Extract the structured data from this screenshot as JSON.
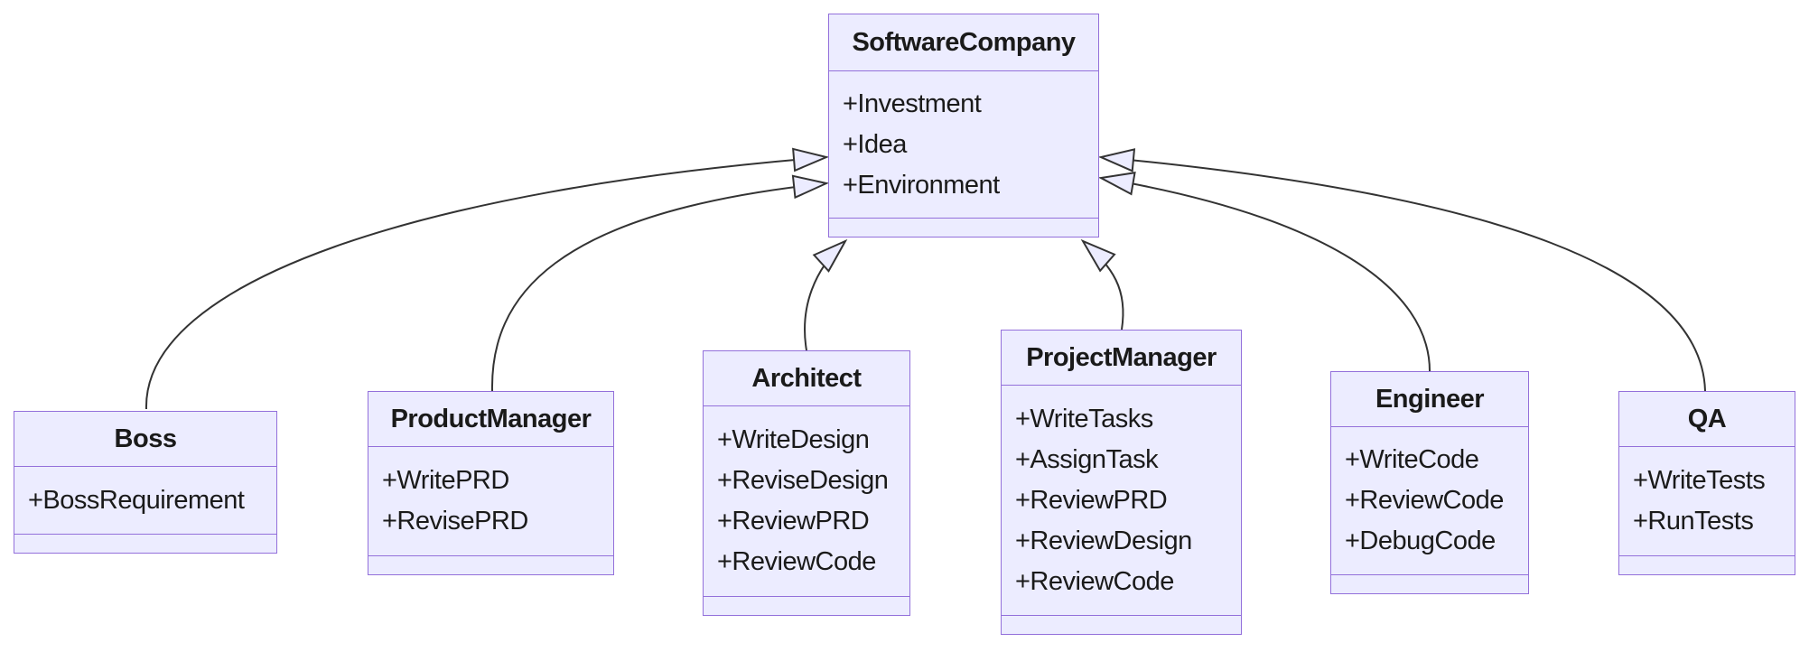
{
  "diagram": {
    "type": "uml-class-diagram",
    "colors": {
      "node_fill": "#ECECFF",
      "node_border": "#9370DB",
      "edge_line": "#333333",
      "text": "#1A1A1A",
      "background": "#FFFFFF"
    },
    "classes": [
      {
        "name": "SoftwareCompany",
        "members": [
          "+Investment",
          "+Idea",
          "+Environment"
        ],
        "methods": []
      },
      {
        "name": "Boss",
        "members": [
          "+BossRequirement"
        ],
        "methods": []
      },
      {
        "name": "ProductManager",
        "members": [
          "+WritePRD",
          "+RevisePRD"
        ],
        "methods": []
      },
      {
        "name": "Architect",
        "members": [
          "+WriteDesign",
          "+ReviseDesign",
          "+ReviewPRD",
          "+ReviewCode"
        ],
        "methods": []
      },
      {
        "name": "ProjectManager",
        "members": [
          "+WriteTasks",
          "+AssignTask",
          "+ReviewPRD",
          "+ReviewDesign",
          "+ReviewCode"
        ],
        "methods": []
      },
      {
        "name": "Engineer",
        "members": [
          "+WriteCode",
          "+ReviewCode",
          "+DebugCode"
        ],
        "methods": []
      },
      {
        "name": "QA",
        "members": [
          "+WriteTests",
          "+RunTests"
        ],
        "methods": []
      }
    ],
    "relations": [
      {
        "from": "Boss",
        "to": "SoftwareCompany",
        "type": "inheritance"
      },
      {
        "from": "ProductManager",
        "to": "SoftwareCompany",
        "type": "inheritance"
      },
      {
        "from": "Architect",
        "to": "SoftwareCompany",
        "type": "inheritance"
      },
      {
        "from": "ProjectManager",
        "to": "SoftwareCompany",
        "type": "inheritance"
      },
      {
        "from": "Engineer",
        "to": "SoftwareCompany",
        "type": "inheritance"
      },
      {
        "from": "QA",
        "to": "SoftwareCompany",
        "type": "inheritance"
      }
    ]
  }
}
